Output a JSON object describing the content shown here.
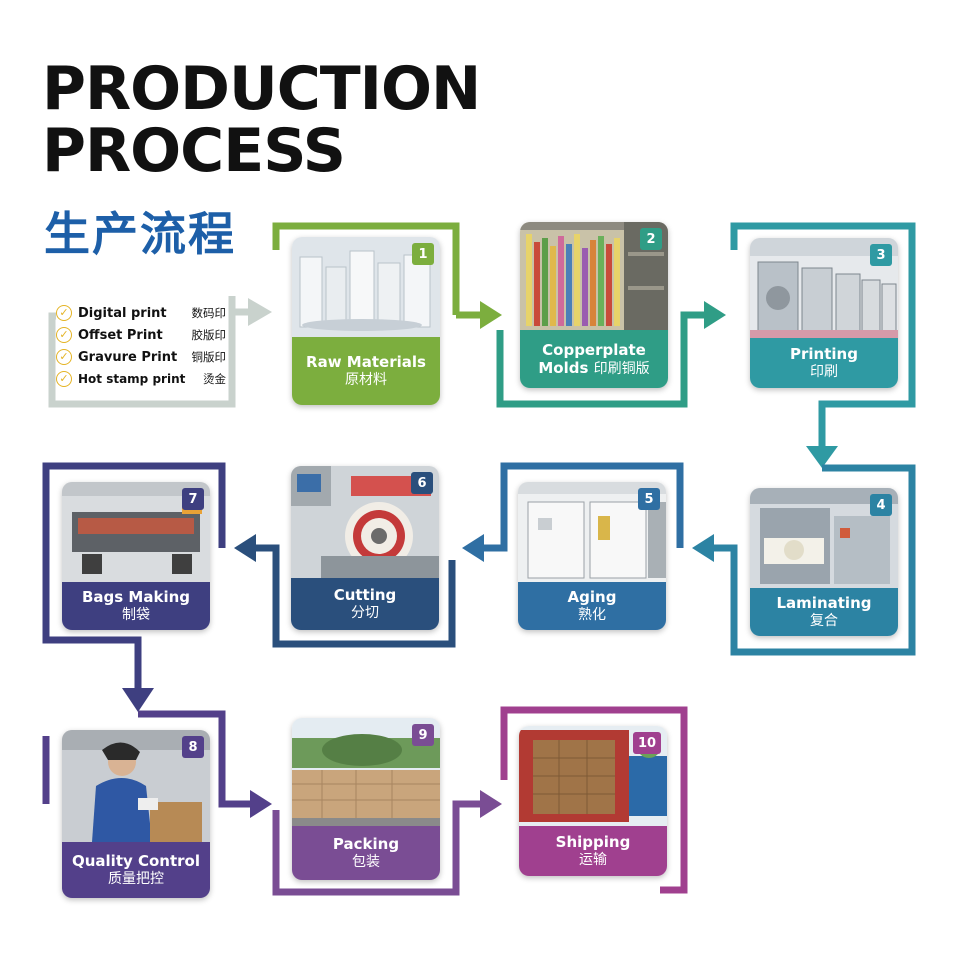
{
  "header": {
    "title_line1": "PRODUCTION",
    "title_line2": "PROCESS",
    "subtitle_zh": "生产流程"
  },
  "print_methods": [
    {
      "en": "Digital print",
      "zh": "数码印"
    },
    {
      "en": "Offset Print",
      "zh": "胶版印"
    },
    {
      "en": "Gravure Print",
      "zh": "铜版印"
    },
    {
      "en": "Hot stamp print",
      "zh": "烫金"
    }
  ],
  "steps": [
    {
      "num": "1",
      "en": "Raw Materials",
      "zh": "原材料",
      "color": "#7cae3e"
    },
    {
      "num": "2",
      "en": "Copperplate",
      "en2": "Molds",
      "zh": "印刷铜版",
      "color": "#2f9d86"
    },
    {
      "num": "3",
      "en": "Printing",
      "zh": "印刷",
      "color": "#2f9aa3"
    },
    {
      "num": "4",
      "en": "Laminating",
      "zh": "复合",
      "color": "#2c83a3"
    },
    {
      "num": "5",
      "en": "Aging",
      "zh": "熟化",
      "color": "#2f6fa3"
    },
    {
      "num": "6",
      "en": "Cutting",
      "zh": "分切",
      "color": "#2a4f7c"
    },
    {
      "num": "7",
      "en": "Bags Making",
      "zh": "制袋",
      "color": "#3e3f80"
    },
    {
      "num": "8",
      "en": "Quality Control",
      "zh": "质量把控",
      "color": "#53408a"
    },
    {
      "num": "9",
      "en": "Packing",
      "zh": "包装",
      "color": "#7a4d94"
    },
    {
      "num": "10",
      "en": "Shipping",
      "zh": "运输",
      "color": "#a0408f"
    }
  ],
  "colors": {
    "methods_frame": "#c9d2cd",
    "check": "#e4b426",
    "title": "#111111",
    "subtitle": "#1d5fa8"
  }
}
